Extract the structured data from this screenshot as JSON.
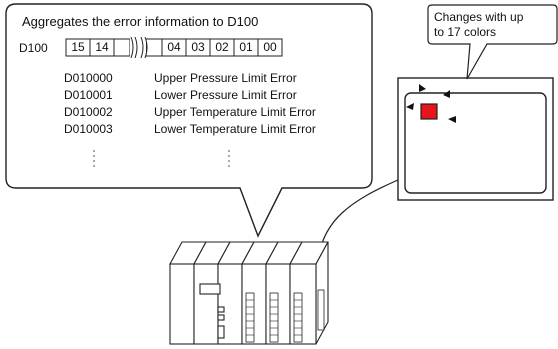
{
  "callout": {
    "title": "Aggregates the error information to D100",
    "register": "D100",
    "bits_high": [
      "15",
      "14"
    ],
    "bits_low": [
      "04",
      "03",
      "02",
      "01",
      "00"
    ],
    "rows": [
      {
        "address": "D010000",
        "description": "Upper Pressure Limit Error"
      },
      {
        "address": "D010001",
        "description": "Lower Pressure Limit Error"
      },
      {
        "address": "D010002",
        "description": "Upper Temperature Limit Error"
      },
      {
        "address": "D010003",
        "description": "Lower Temperature Limit Error"
      }
    ]
  },
  "display_callout": {
    "text_line1": "Changes with up",
    "text_line2": "to 17 colors"
  },
  "colors": {
    "lamp": "#e8141c",
    "outline": "#222222"
  }
}
